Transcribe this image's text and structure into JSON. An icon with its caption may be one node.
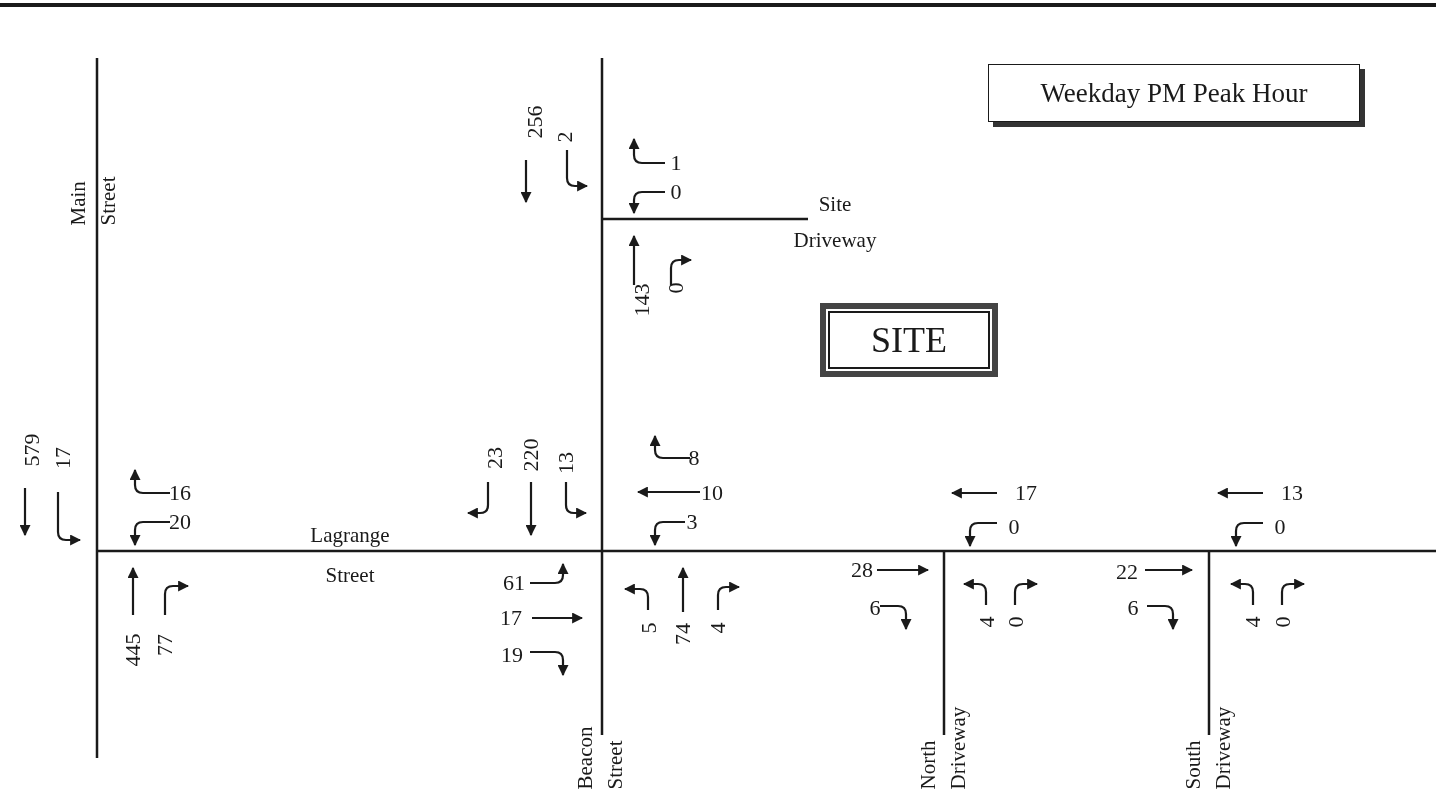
{
  "diagram": {
    "nodes": [
      {
        "text": [
          "Weekday PM Peak Hour"
        ]
      },
      {
        "text": [
          "SITE"
        ]
      }
    ],
    "labels": [
      "256",
      "2",
      "1",
      "Main Street",
      "0",
      "Site Driveway",
      "143",
      "0",
      "579",
      "17",
      "23",
      "220",
      "13",
      "8",
      "16",
      "10",
      "17",
      "13",
      "20",
      "3",
      "0",
      "0",
      "Lagrange Street",
      "61",
      "28",
      "22",
      "17",
      "6",
      "6",
      "445",
      "77",
      "5",
      "74",
      "4",
      "4",
      "0",
      "4",
      "0",
      "19",
      "Beacon Street",
      "North Driveway",
      "South Driveway"
    ]
  }
}
